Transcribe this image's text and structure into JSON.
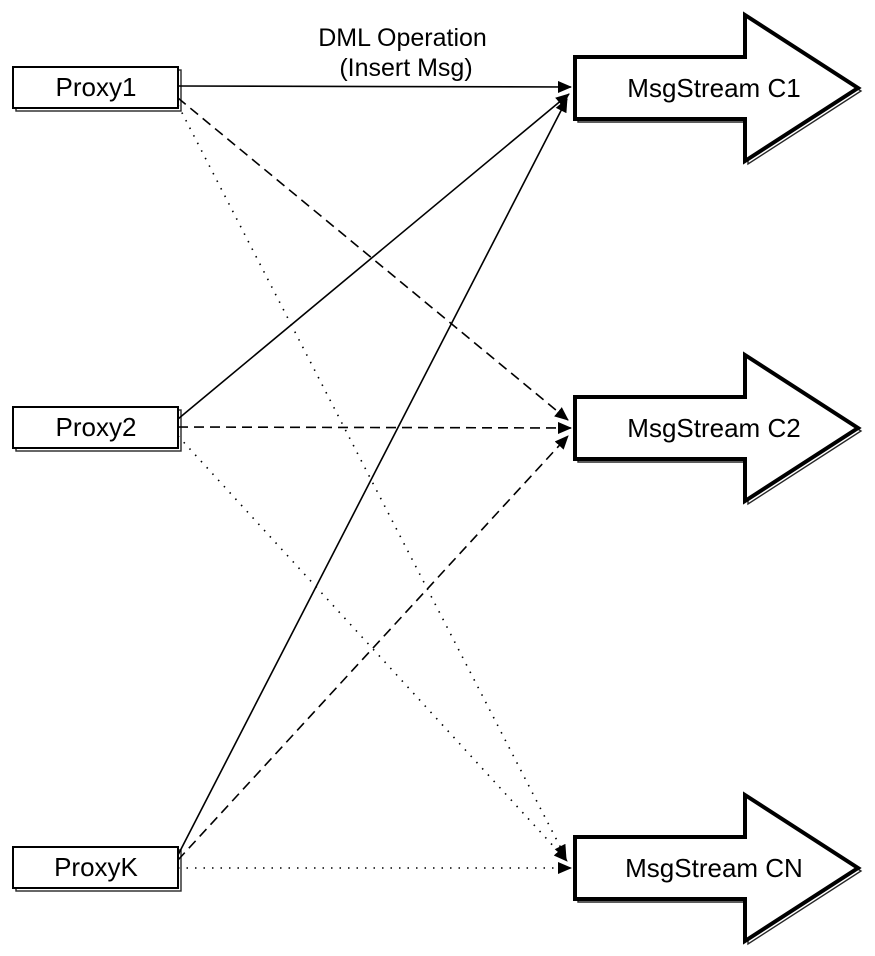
{
  "title": {
    "line1": "DML Operation",
    "line2": "(Insert Msg)"
  },
  "nodes": {
    "proxies": [
      {
        "id": "proxy1",
        "label": "Proxy1"
      },
      {
        "id": "proxy2",
        "label": "Proxy2"
      },
      {
        "id": "proxyk",
        "label": "ProxyK"
      }
    ],
    "streams": [
      {
        "id": "c1",
        "label": "MsgStream C1"
      },
      {
        "id": "c2",
        "label": "MsgStream C2"
      },
      {
        "id": "cn",
        "label": "MsgStream CN"
      }
    ]
  },
  "edges": [
    {
      "from": "proxy1",
      "to": "c1",
      "style": "solid"
    },
    {
      "from": "proxy2",
      "to": "c1",
      "style": "solid"
    },
    {
      "from": "proxyk",
      "to": "c1",
      "style": "solid"
    },
    {
      "from": "proxy1",
      "to": "c2",
      "style": "dashed"
    },
    {
      "from": "proxy2",
      "to": "c2",
      "style": "dashed"
    },
    {
      "from": "proxyk",
      "to": "c2",
      "style": "dashed"
    },
    {
      "from": "proxy1",
      "to": "cn",
      "style": "dotted"
    },
    {
      "from": "proxy2",
      "to": "cn",
      "style": "dotted"
    },
    {
      "from": "proxyk",
      "to": "cn",
      "style": "dotted"
    }
  ],
  "colors": {
    "stroke": "#000000",
    "fill": "#ffffff",
    "background": "#ffffff"
  }
}
